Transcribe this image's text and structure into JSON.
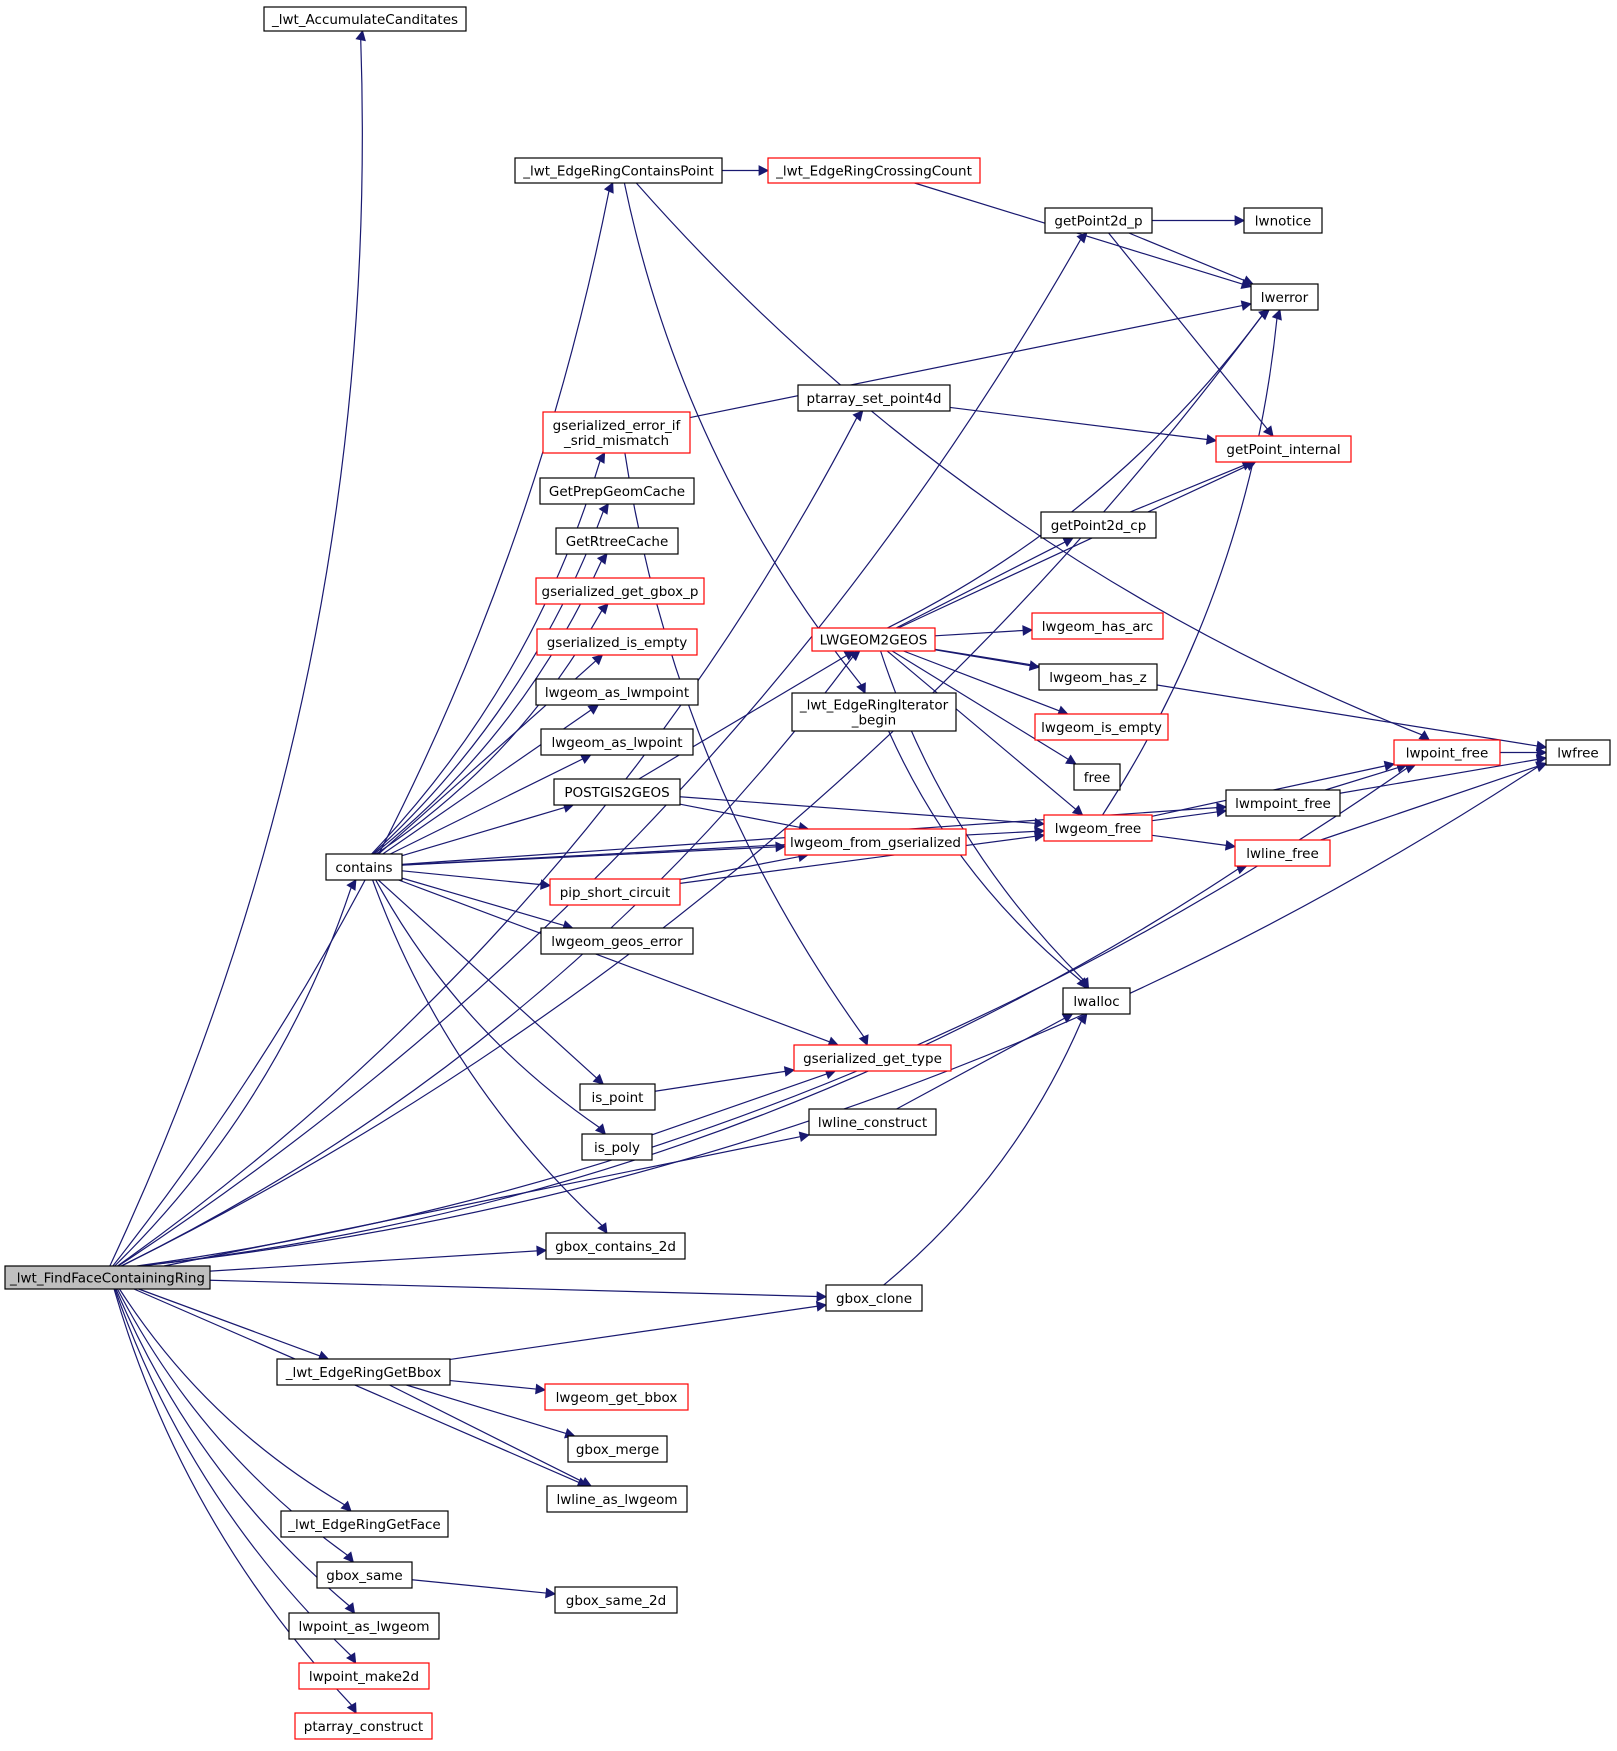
{
  "graph": {
    "root": "_lwt_FindFaceContainingRing",
    "nodes": [
      {
        "id": "root",
        "label": "_lwt_FindFaceContainingRing",
        "lines": [
          "_lwt_FindFaceContainingRing"
        ],
        "style": "root"
      },
      {
        "id": "accum",
        "label": "_lwt_AccumulateCanditates",
        "lines": [
          "_lwt_AccumulateCanditates"
        ],
        "style": "black"
      },
      {
        "id": "ercp",
        "label": "_lwt_EdgeRingContainsPoint",
        "lines": [
          "_lwt_EdgeRingContainsPoint"
        ],
        "style": "black"
      },
      {
        "id": "ercc",
        "label": "_lwt_EdgeRingCrossingCount",
        "lines": [
          "_lwt_EdgeRingCrossingCount"
        ],
        "style": "red"
      },
      {
        "id": "gp2dp",
        "label": "getPoint2d_p",
        "lines": [
          "getPoint2d_p"
        ],
        "style": "black"
      },
      {
        "id": "lwnotice",
        "label": "lwnotice",
        "lines": [
          "lwnotice"
        ],
        "style": "black"
      },
      {
        "id": "lwerror",
        "label": "lwerror",
        "lines": [
          "lwerror"
        ],
        "style": "black"
      },
      {
        "id": "ptset",
        "label": "ptarray_set_point4d",
        "lines": [
          "ptarray_set_point4d"
        ],
        "style": "black"
      },
      {
        "id": "gserr",
        "label": "gserialized_error_if_srid_mismatch",
        "lines": [
          "gserialized_error_if",
          "_srid_mismatch"
        ],
        "style": "red"
      },
      {
        "id": "gpint",
        "label": "getPoint_internal",
        "lines": [
          "getPoint_internal"
        ],
        "style": "red"
      },
      {
        "id": "gpgc",
        "label": "GetPrepGeomCache",
        "lines": [
          "GetPrepGeomCache"
        ],
        "style": "black"
      },
      {
        "id": "gp2dcp",
        "label": "getPoint2d_cp",
        "lines": [
          "getPoint2d_cp"
        ],
        "style": "black"
      },
      {
        "id": "grtc",
        "label": "GetRtreeCache",
        "lines": [
          "GetRtreeCache"
        ],
        "style": "black"
      },
      {
        "id": "gsgb",
        "label": "gserialized_get_gbox_p",
        "lines": [
          "gserialized_get_gbox_p"
        ],
        "style": "red"
      },
      {
        "id": "lw2g",
        "label": "LWGEOM2GEOS",
        "lines": [
          "LWGEOM2GEOS"
        ],
        "style": "red"
      },
      {
        "id": "hasarc",
        "label": "lwgeom_has_arc",
        "lines": [
          "lwgeom_has_arc"
        ],
        "style": "red"
      },
      {
        "id": "gsie",
        "label": "gserialized_is_empty",
        "lines": [
          "gserialized_is_empty"
        ],
        "style": "red"
      },
      {
        "id": "hasz",
        "label": "lwgeom_has_z",
        "lines": [
          "lwgeom_has_z"
        ],
        "style": "black"
      },
      {
        "id": "asmpt",
        "label": "lwgeom_as_lwmpoint",
        "lines": [
          "lwgeom_as_lwmpoint"
        ],
        "style": "black"
      },
      {
        "id": "eri",
        "label": "_lwt_EdgeRingIterator_begin",
        "lines": [
          "_lwt_EdgeRingIterator",
          "_begin"
        ],
        "style": "black"
      },
      {
        "id": "isempty",
        "label": "lwgeom_is_empty",
        "lines": [
          "lwgeom_is_empty"
        ],
        "style": "red"
      },
      {
        "id": "lwptfree",
        "label": "lwpoint_free",
        "lines": [
          "lwpoint_free"
        ],
        "style": "red"
      },
      {
        "id": "lwfree",
        "label": "lwfree",
        "lines": [
          "lwfree"
        ],
        "style": "black"
      },
      {
        "id": "aspt",
        "label": "lwgeom_as_lwpoint",
        "lines": [
          "lwgeom_as_lwpoint"
        ],
        "style": "black"
      },
      {
        "id": "free",
        "label": "free",
        "lines": [
          "free"
        ],
        "style": "black"
      },
      {
        "id": "p2g",
        "label": "POSTGIS2GEOS",
        "lines": [
          "POSTGIS2GEOS"
        ],
        "style": "black"
      },
      {
        "id": "lwmptfree",
        "label": "lwmpoint_free",
        "lines": [
          "lwmpoint_free"
        ],
        "style": "black"
      },
      {
        "id": "lwgfree",
        "label": "lwgeom_free",
        "lines": [
          "lwgeom_free"
        ],
        "style": "red"
      },
      {
        "id": "fromgs",
        "label": "lwgeom_from_gserialized",
        "lines": [
          "lwgeom_from_gserialized"
        ],
        "style": "red"
      },
      {
        "id": "contains",
        "label": "contains",
        "lines": [
          "contains"
        ],
        "style": "black"
      },
      {
        "id": "lwlfree",
        "label": "lwline_free",
        "lines": [
          "lwline_free"
        ],
        "style": "red"
      },
      {
        "id": "pip",
        "label": "pip_short_circuit",
        "lines": [
          "pip_short_circuit"
        ],
        "style": "red"
      },
      {
        "id": "geoserr",
        "label": "lwgeom_geos_error",
        "lines": [
          "lwgeom_geos_error"
        ],
        "style": "black"
      },
      {
        "id": "lwalloc",
        "label": "lwalloc",
        "lines": [
          "lwalloc"
        ],
        "style": "black"
      },
      {
        "id": "gsgt",
        "label": "gserialized_get_type",
        "lines": [
          "gserialized_get_type"
        ],
        "style": "red"
      },
      {
        "id": "ispoint",
        "label": "is_point",
        "lines": [
          "is_point"
        ],
        "style": "black"
      },
      {
        "id": "lwlcons",
        "label": "lwline_construct",
        "lines": [
          "lwline_construct"
        ],
        "style": "black"
      },
      {
        "id": "ispoly",
        "label": "is_poly",
        "lines": [
          "is_poly"
        ],
        "style": "black"
      },
      {
        "id": "gbc2d",
        "label": "gbox_contains_2d",
        "lines": [
          "gbox_contains_2d"
        ],
        "style": "black"
      },
      {
        "id": "gbclone",
        "label": "gbox_clone",
        "lines": [
          "gbox_clone"
        ],
        "style": "black"
      },
      {
        "id": "ergb",
        "label": "_lwt_EdgeRingGetBbox",
        "lines": [
          "_lwt_EdgeRingGetBbox"
        ],
        "style": "black"
      },
      {
        "id": "getbbox",
        "label": "lwgeom_get_bbox",
        "lines": [
          "lwgeom_get_bbox"
        ],
        "style": "red"
      },
      {
        "id": "gbmerge",
        "label": "gbox_merge",
        "lines": [
          "gbox_merge"
        ],
        "style": "black"
      },
      {
        "id": "lwlas",
        "label": "lwline_as_lwgeom",
        "lines": [
          "lwline_as_lwgeom"
        ],
        "style": "black"
      },
      {
        "id": "ergf",
        "label": "_lwt_EdgeRingGetFace",
        "lines": [
          "_lwt_EdgeRingGetFace"
        ],
        "style": "black"
      },
      {
        "id": "gbsame",
        "label": "gbox_same",
        "lines": [
          "gbox_same"
        ],
        "style": "black"
      },
      {
        "id": "gbsame2d",
        "label": "gbox_same_2d",
        "lines": [
          "gbox_same_2d"
        ],
        "style": "black"
      },
      {
        "id": "ptas",
        "label": "lwpoint_as_lwgeom",
        "lines": [
          "lwpoint_as_lwgeom"
        ],
        "style": "black"
      },
      {
        "id": "mk2d",
        "label": "lwpoint_make2d",
        "lines": [
          "lwpoint_make2d"
        ],
        "style": "red"
      },
      {
        "id": "ptcons",
        "label": "ptarray_construct",
        "lines": [
          "ptarray_construct"
        ],
        "style": "red"
      }
    ],
    "edges": [
      [
        "root",
        "accum"
      ],
      [
        "root",
        "ercp"
      ],
      [
        "root",
        "gp2dp"
      ],
      [
        "root",
        "lwerror"
      ],
      [
        "root",
        "ptset"
      ],
      [
        "root",
        "lw2g"
      ],
      [
        "root",
        "contains"
      ],
      [
        "root",
        "gbc2d"
      ],
      [
        "root",
        "lwlcons"
      ],
      [
        "root",
        "gbclone"
      ],
      [
        "root",
        "ergb"
      ],
      [
        "root",
        "lwlas"
      ],
      [
        "root",
        "ergf"
      ],
      [
        "root",
        "gbsame"
      ],
      [
        "root",
        "ptas"
      ],
      [
        "root",
        "mk2d"
      ],
      [
        "root",
        "ptcons"
      ],
      [
        "root",
        "lwptfree"
      ],
      [
        "root",
        "lwfree"
      ],
      [
        "root",
        "lwlfree"
      ],
      [
        "ercp",
        "ercc"
      ],
      [
        "ercp",
        "eri"
      ],
      [
        "ercp",
        "lwptfree"
      ],
      [
        "ercc",
        "lwerror"
      ],
      [
        "gp2dp",
        "lwnotice"
      ],
      [
        "gp2dp",
        "lwerror"
      ],
      [
        "gp2dp",
        "gpint"
      ],
      [
        "ptset",
        "gpint"
      ],
      [
        "gserr",
        "lwerror"
      ],
      [
        "gserr",
        "gsgt"
      ],
      [
        "gp2dcp",
        "gpint"
      ],
      [
        "lw2g",
        "lwerror"
      ],
      [
        "lw2g",
        "gpint"
      ],
      [
        "lw2g",
        "gp2dcp"
      ],
      [
        "lw2g",
        "hasarc"
      ],
      [
        "lw2g",
        "hasz"
      ],
      [
        "lw2g",
        "isempty"
      ],
      [
        "lw2g",
        "free"
      ],
      [
        "lw2g",
        "lwgfree"
      ],
      [
        "lw2g",
        "lwalloc"
      ],
      [
        "lw2g",
        "lwfree"
      ],
      [
        "eri",
        "lwalloc"
      ],
      [
        "contains",
        "gserr"
      ],
      [
        "contains",
        "gpgc"
      ],
      [
        "contains",
        "grtc"
      ],
      [
        "contains",
        "gsgb"
      ],
      [
        "contains",
        "gsie"
      ],
      [
        "contains",
        "asmpt"
      ],
      [
        "contains",
        "aspt"
      ],
      [
        "contains",
        "p2g"
      ],
      [
        "contains",
        "fromgs"
      ],
      [
        "contains",
        "pip"
      ],
      [
        "contains",
        "geoserr"
      ],
      [
        "contains",
        "lwgfree"
      ],
      [
        "contains",
        "gsgt"
      ],
      [
        "contains",
        "ispoint"
      ],
      [
        "contains",
        "ispoly"
      ],
      [
        "contains",
        "lwmptfree"
      ],
      [
        "contains",
        "gbc2d"
      ],
      [
        "p2g",
        "lw2g"
      ],
      [
        "p2g",
        "fromgs"
      ],
      [
        "p2g",
        "lwgfree"
      ],
      [
        "pip",
        "fromgs"
      ],
      [
        "pip",
        "lwgfree"
      ],
      [
        "ispoint",
        "gsgt"
      ],
      [
        "ispoly",
        "gsgt"
      ],
      [
        "lwgfree",
        "lwerror"
      ],
      [
        "lwgfree",
        "lwptfree"
      ],
      [
        "lwgfree",
        "lwmptfree"
      ],
      [
        "lwgfree",
        "lwlfree"
      ],
      [
        "lwmptfree",
        "lwptfree"
      ],
      [
        "lwmptfree",
        "lwfree"
      ],
      [
        "lwptfree",
        "lwfree"
      ],
      [
        "lwlfree",
        "lwfree"
      ],
      [
        "lwlcons",
        "lwalloc"
      ],
      [
        "gbclone",
        "lwalloc"
      ],
      [
        "ergb",
        "gbclone"
      ],
      [
        "ergb",
        "getbbox"
      ],
      [
        "ergb",
        "gbmerge"
      ],
      [
        "ergb",
        "lwlas"
      ],
      [
        "gbsame",
        "gbsame2d"
      ]
    ]
  }
}
